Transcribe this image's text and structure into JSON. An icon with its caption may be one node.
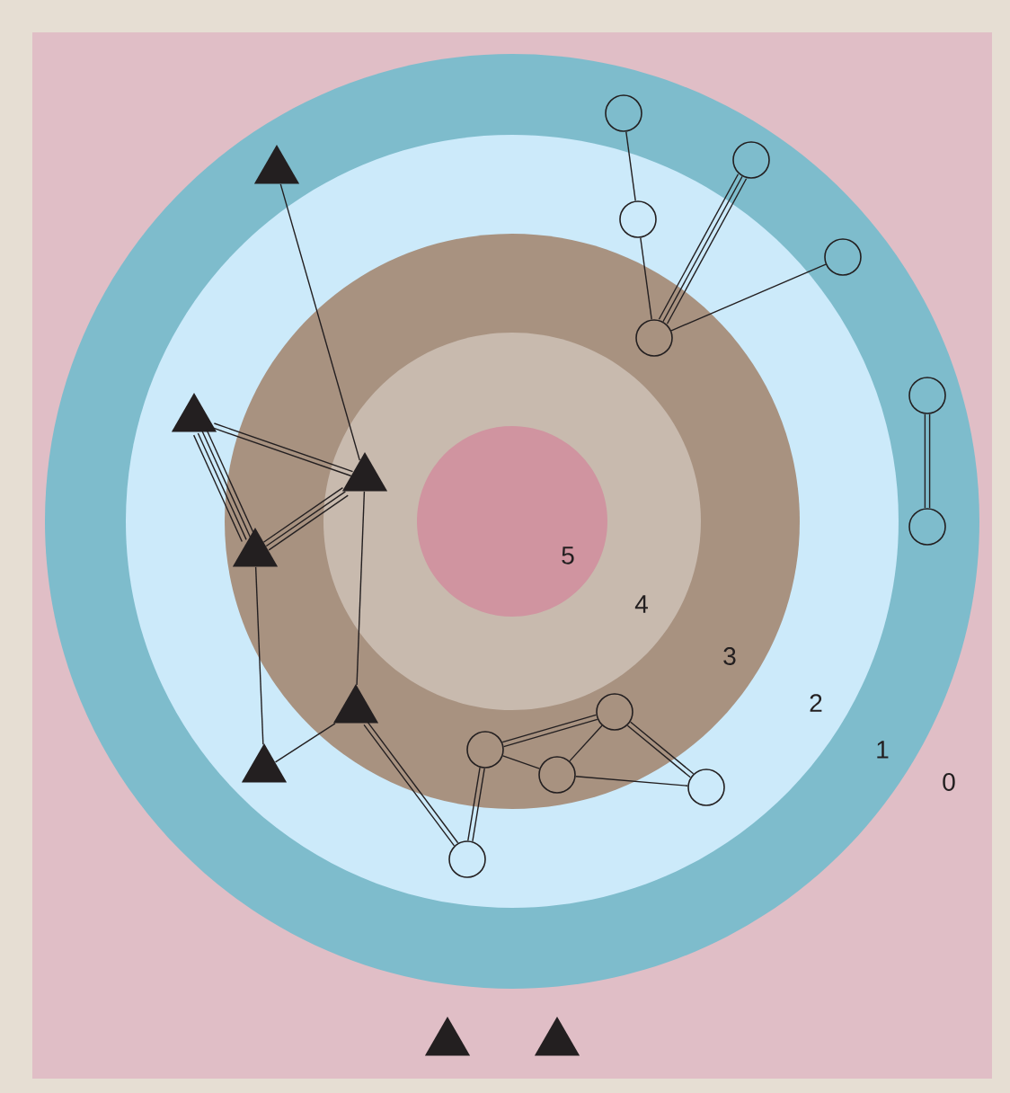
{
  "diagram": {
    "nodes": [
      {
        "text": [],
        "shape": "circle"
      },
      {
        "text": [],
        "shape": "circle"
      },
      {
        "text": [],
        "shape": "triangle"
      },
      {
        "text": [],
        "shape": "circle"
      },
      {
        "text": [],
        "shape": "circle"
      },
      {
        "text": [],
        "shape": "circle"
      },
      {
        "text": [],
        "shape": "circle"
      },
      {
        "text": [],
        "shape": "triangle"
      },
      {
        "text": [],
        "shape": "triangle"
      },
      {
        "text": [],
        "shape": "circle"
      },
      {
        "text": [],
        "shape": "triangle"
      },
      {
        "text": [],
        "shape": "triangle"
      },
      {
        "text": [],
        "shape": "circle"
      },
      {
        "text": [],
        "shape": "circle"
      },
      {
        "text": [],
        "shape": "triangle"
      },
      {
        "text": [],
        "shape": "circle"
      },
      {
        "text": [],
        "shape": "circle"
      },
      {
        "text": [],
        "shape": "circle"
      },
      {
        "text": [],
        "shape": "triangle"
      },
      {
        "text": [],
        "shape": "triangle"
      }
    ],
    "edges": [
      {
        "from": 0,
        "to": 3,
        "arrow": "none"
      },
      {
        "from": 3,
        "to": 5,
        "arrow": "none"
      },
      {
        "from": 5,
        "to": 1,
        "arrow": "none"
      },
      {
        "from": 5,
        "to": 1,
        "arrow": "none"
      },
      {
        "from": 5,
        "to": 1,
        "arrow": "none"
      },
      {
        "from": 5,
        "to": 4,
        "arrow": "none"
      },
      {
        "from": 6,
        "to": 9,
        "arrow": "none"
      },
      {
        "from": 6,
        "to": 9,
        "arrow": "none"
      },
      {
        "from": 2,
        "to": 8,
        "arrow": "none"
      },
      {
        "from": 7,
        "to": 8,
        "arrow": "none"
      },
      {
        "from": 7,
        "to": 8,
        "arrow": "none"
      },
      {
        "from": 7,
        "to": 10,
        "arrow": "none"
      },
      {
        "from": 7,
        "to": 10,
        "arrow": "none"
      },
      {
        "from": 7,
        "to": 10,
        "arrow": "none"
      },
      {
        "from": 7,
        "to": 10,
        "arrow": "none"
      },
      {
        "from": 10,
        "to": 8,
        "arrow": "none"
      },
      {
        "from": 10,
        "to": 8,
        "arrow": "none"
      },
      {
        "from": 10,
        "to": 8,
        "arrow": "none"
      },
      {
        "from": 8,
        "to": 11,
        "arrow": "none"
      },
      {
        "from": 10,
        "to": 14,
        "arrow": "none"
      },
      {
        "from": 14,
        "to": 11,
        "arrow": "none"
      },
      {
        "from": 11,
        "to": 17,
        "arrow": "none"
      },
      {
        "from": 11,
        "to": 17,
        "arrow": "none"
      },
      {
        "from": 13,
        "to": 17,
        "arrow": "none"
      },
      {
        "from": 13,
        "to": 17,
        "arrow": "none"
      },
      {
        "from": 13,
        "to": 12,
        "arrow": "none"
      },
      {
        "from": 13,
        "to": 12,
        "arrow": "none"
      },
      {
        "from": 13,
        "to": 15,
        "arrow": "none"
      },
      {
        "from": 15,
        "to": 12,
        "arrow": "none"
      },
      {
        "from": 15,
        "to": 16,
        "arrow": "none"
      },
      {
        "from": 12,
        "to": 16,
        "arrow": "none"
      },
      {
        "from": 12,
        "to": 16,
        "arrow": "none"
      }
    ],
    "labels": [
      "5",
      "4",
      "3",
      "2",
      "1",
      "0"
    ]
  }
}
